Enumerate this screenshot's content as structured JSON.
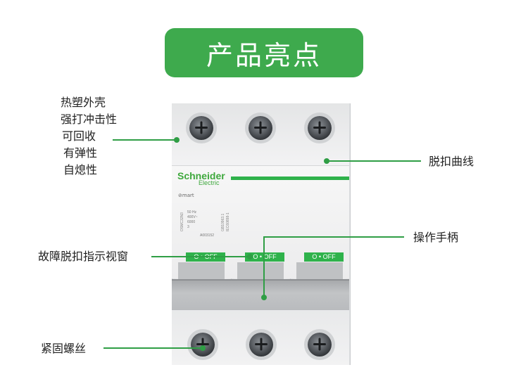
{
  "title": "产品亮点",
  "labels": {
    "shell": [
      "热塑外壳",
      "强打冲击性",
      "可回收",
      "有弹性",
      "自熄性"
    ],
    "trip_curve": "脱扣曲线",
    "handle": "操作手柄",
    "fault_window": "故障脱扣指示视窗",
    "screws": "紧固螺丝"
  },
  "product": {
    "brand": "Schneider",
    "brand_sub": "Electric",
    "line": "mart",
    "freq": "50 Hz",
    "voltage": "400V~",
    "rating": "6000",
    "class": "3",
    "cert": "A003152",
    "model": "OSMC32N3",
    "std1": "GB10963.1",
    "std2": "IEC60898-1",
    "indicator": "O • OFF"
  },
  "colors": {
    "accent": "#3eaa4d",
    "strip": "#2fb24b"
  }
}
